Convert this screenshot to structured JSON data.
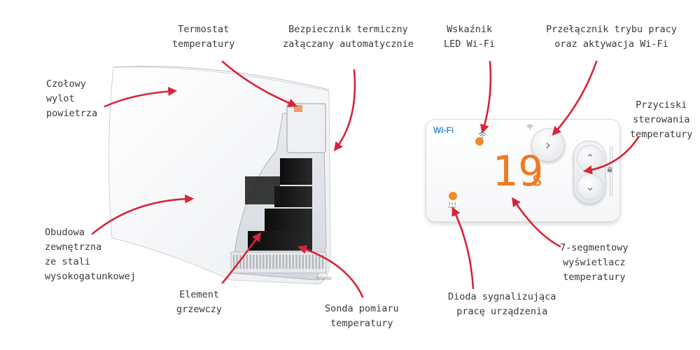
{
  "callouts": {
    "termostat": [
      "Termostat",
      "temperatury"
    ],
    "bezpiecznik": [
      "Bezpiecznik termiczny",
      "załączany automatycznie"
    ],
    "wifi_led": [
      "Wskaźnik",
      "LED Wi-Fi"
    ],
    "mode_switch": [
      "Przełącznik trybu pracy",
      "oraz aktywacja Wi-Fi"
    ],
    "czolowy": [
      "Czołowy",
      "wylot",
      "powietrza"
    ],
    "temp_buttons": [
      "Przyciski",
      "sterowania",
      "temperatury"
    ],
    "obudowa": [
      "Obudowa",
      "zewnętrzna",
      "ze stali",
      "wysokogatunkowej"
    ],
    "element": [
      "Element",
      "grzewczy"
    ],
    "sonda": [
      "Sonda pomiaru",
      "temperatury"
    ],
    "dioda": [
      "Dioda sygnalizująca",
      "pracę urządzenia"
    ],
    "display_7seg": [
      "7-segmentowy",
      "wyświetlacz",
      "temperatury"
    ]
  },
  "heater": {
    "brand": "atlantic"
  },
  "panel": {
    "wifi_label": "Wi-Fi",
    "display_value": "19",
    "display_unit": "s",
    "mode_button_glyph": "›",
    "up_glyph": "⌃",
    "down_glyph": "⌄"
  },
  "colors": {
    "arrow": "#d8233a",
    "display": "#f07a24",
    "led": "#ef8d2a",
    "wifi_blue": "#3a8fd6",
    "text": "#3a3a3a"
  },
  "icons": [
    "wifi-icon",
    "chevron-right-icon",
    "chevron-up-icon",
    "chevron-down-icon",
    "lock-icon",
    "heating-icon"
  ]
}
